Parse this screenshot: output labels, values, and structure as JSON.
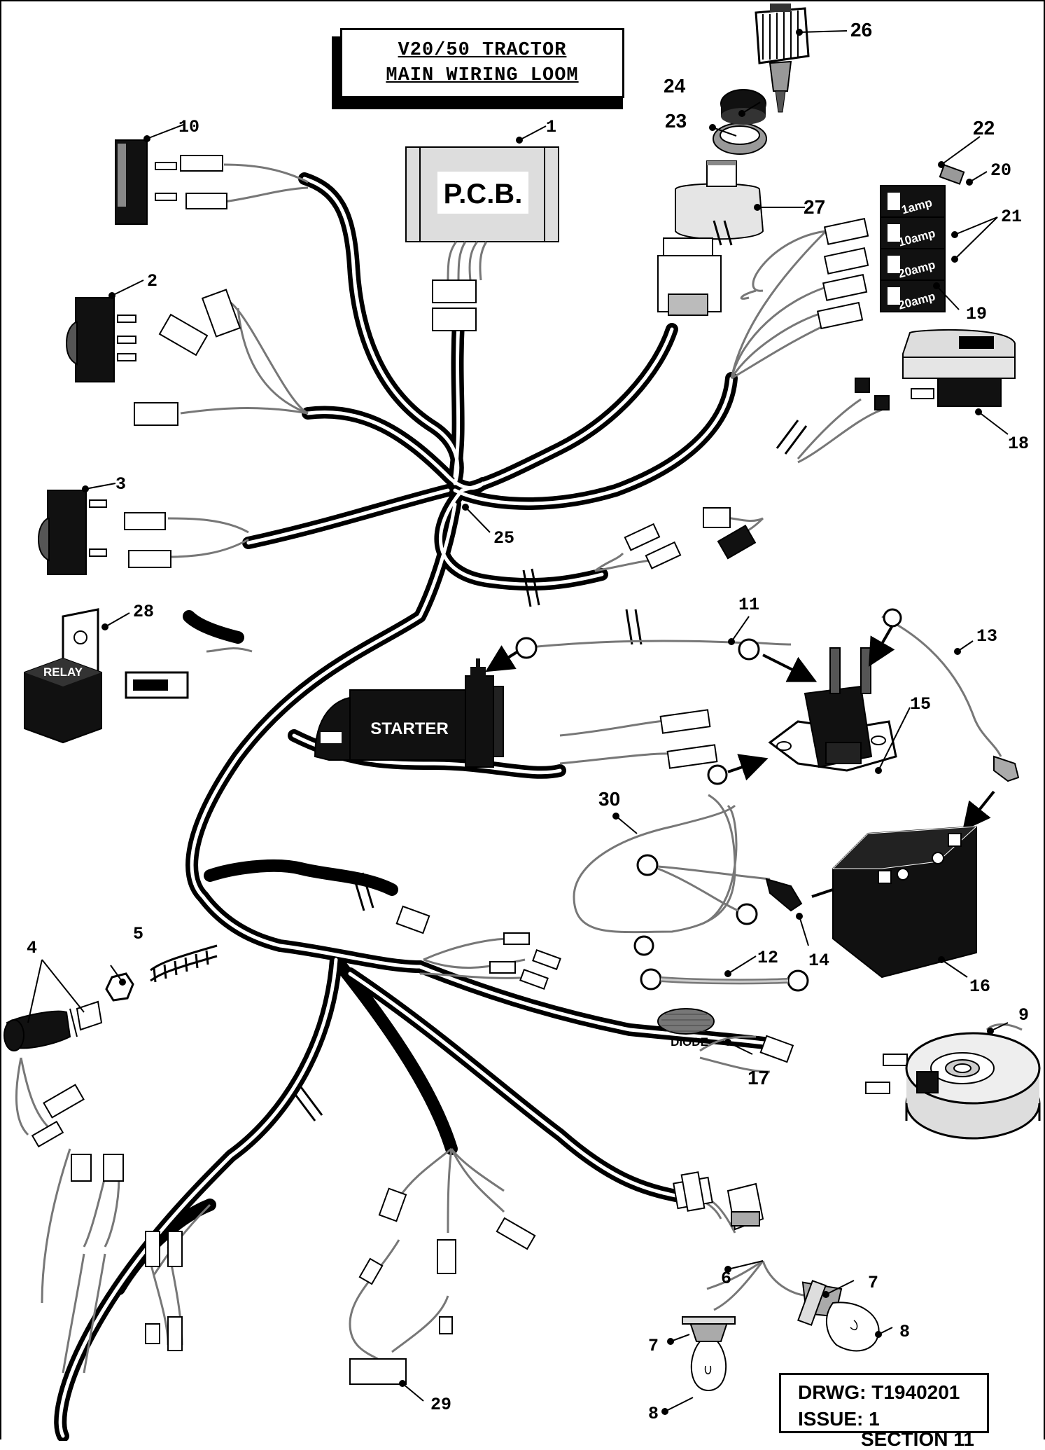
{
  "title": {
    "line1": "V20/50 TRACTOR",
    "line2": "MAIN WIRING LOOM"
  },
  "drawing_info": {
    "drawing": "DRWG: T1940201",
    "issue": "ISSUE: 1",
    "section": "SECTION 11"
  },
  "component_labels": {
    "pcb": "P.C.B.",
    "relay": "RELAY",
    "starter": "STARTER",
    "diode": "DIODE",
    "fuse_1": "1amp",
    "fuse_2": "10amp",
    "fuse_3": "20amp",
    "fuse_4": "20amp"
  },
  "callouts": [
    "1",
    "2",
    "3",
    "4",
    "5",
    "6",
    "7",
    "7",
    "8",
    "8",
    "9",
    "10",
    "11",
    "12",
    "13",
    "14",
    "15",
    "16",
    "17",
    "18",
    "19",
    "20",
    "21",
    "22",
    "23",
    "24",
    "25",
    "26",
    "27",
    "28",
    "29",
    "30"
  ]
}
